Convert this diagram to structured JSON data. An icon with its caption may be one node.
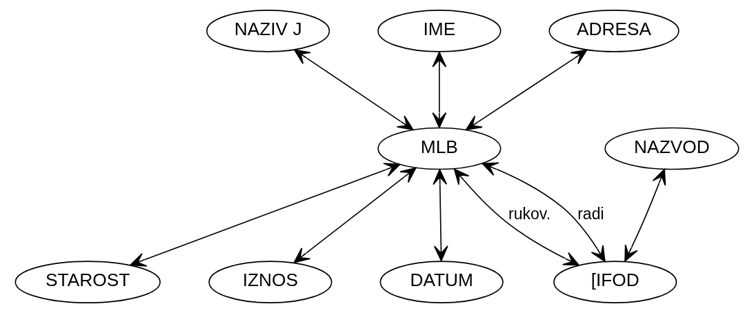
{
  "diagram": {
    "nodes": [
      {
        "text": [
          "NAZIV J"
        ]
      },
      {
        "text": [
          "IME"
        ]
      },
      {
        "text": [
          "ADRESA"
        ]
      },
      {
        "text": [
          "NAZVOD"
        ]
      },
      {
        "text": [
          "MLB"
        ]
      },
      {
        "text": [
          "[IFOD"
        ]
      },
      {
        "text": [
          "STAROST"
        ]
      },
      {
        "text": [
          "IZNOS"
        ]
      },
      {
        "text": [
          "DATUM"
        ]
      }
    ],
    "edges": [
      {
        "from": 0,
        "to": 4,
        "arrow": "both"
      },
      {
        "from": 1,
        "to": 4,
        "arrow": "both"
      },
      {
        "from": 2,
        "to": 4,
        "arrow": "both"
      },
      {
        "from": 3,
        "to": 5,
        "arrow": "both"
      },
      {
        "from": 4,
        "to": 5,
        "arrow": "both",
        "label": "radi"
      },
      {
        "from": 4,
        "to": 5,
        "arrow": "both",
        "label": "rukov."
      },
      {
        "from": 4,
        "to": 6,
        "arrow": "both"
      },
      {
        "from": 4,
        "to": 7,
        "arrow": "both"
      },
      {
        "from": 4,
        "to": 8,
        "arrow": "both"
      }
    ]
  }
}
